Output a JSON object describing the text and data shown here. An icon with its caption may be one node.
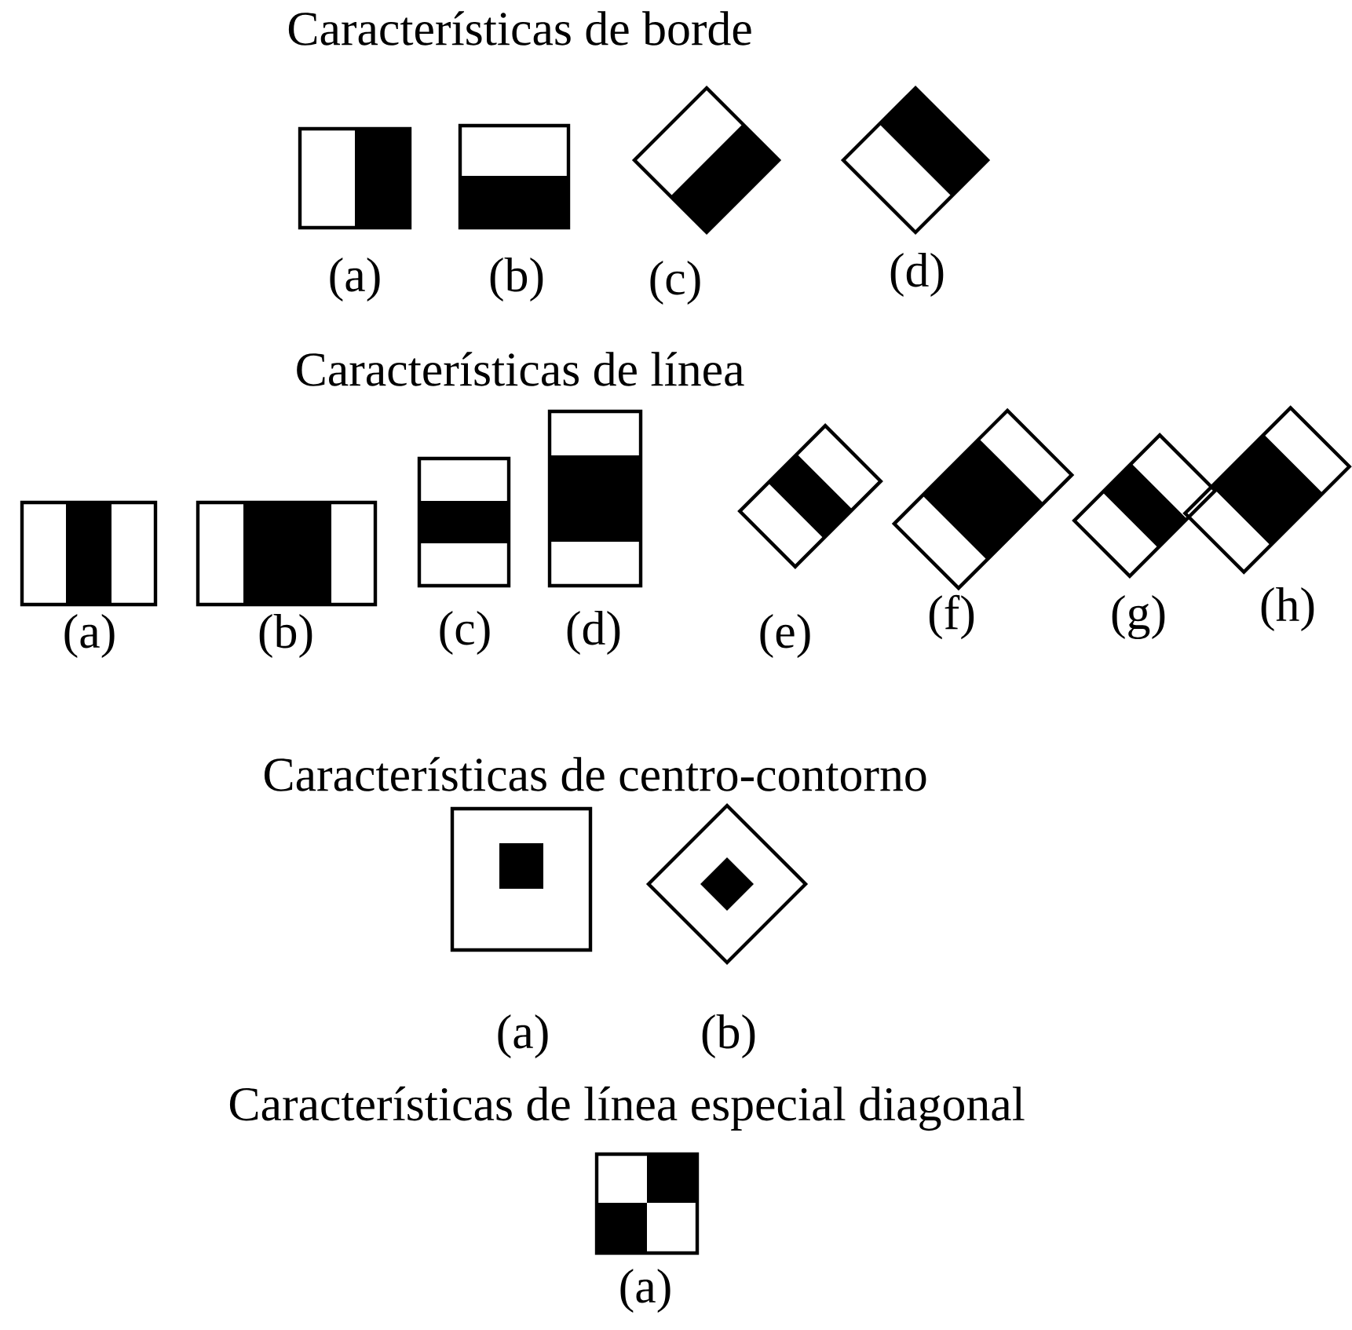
{
  "diagram": {
    "labels": [
      "Características de borde",
      "(a)",
      "(b)",
      "(c)",
      "(d)",
      "Características de línea",
      "(a)",
      "(b)",
      "(c)",
      "(d)",
      "(e)",
      "(f)",
      "(g)",
      "(h)",
      "Características de centro-contorno",
      "(a)",
      "(b)",
      "Características de línea especial diagonal",
      "(a)"
    ]
  }
}
